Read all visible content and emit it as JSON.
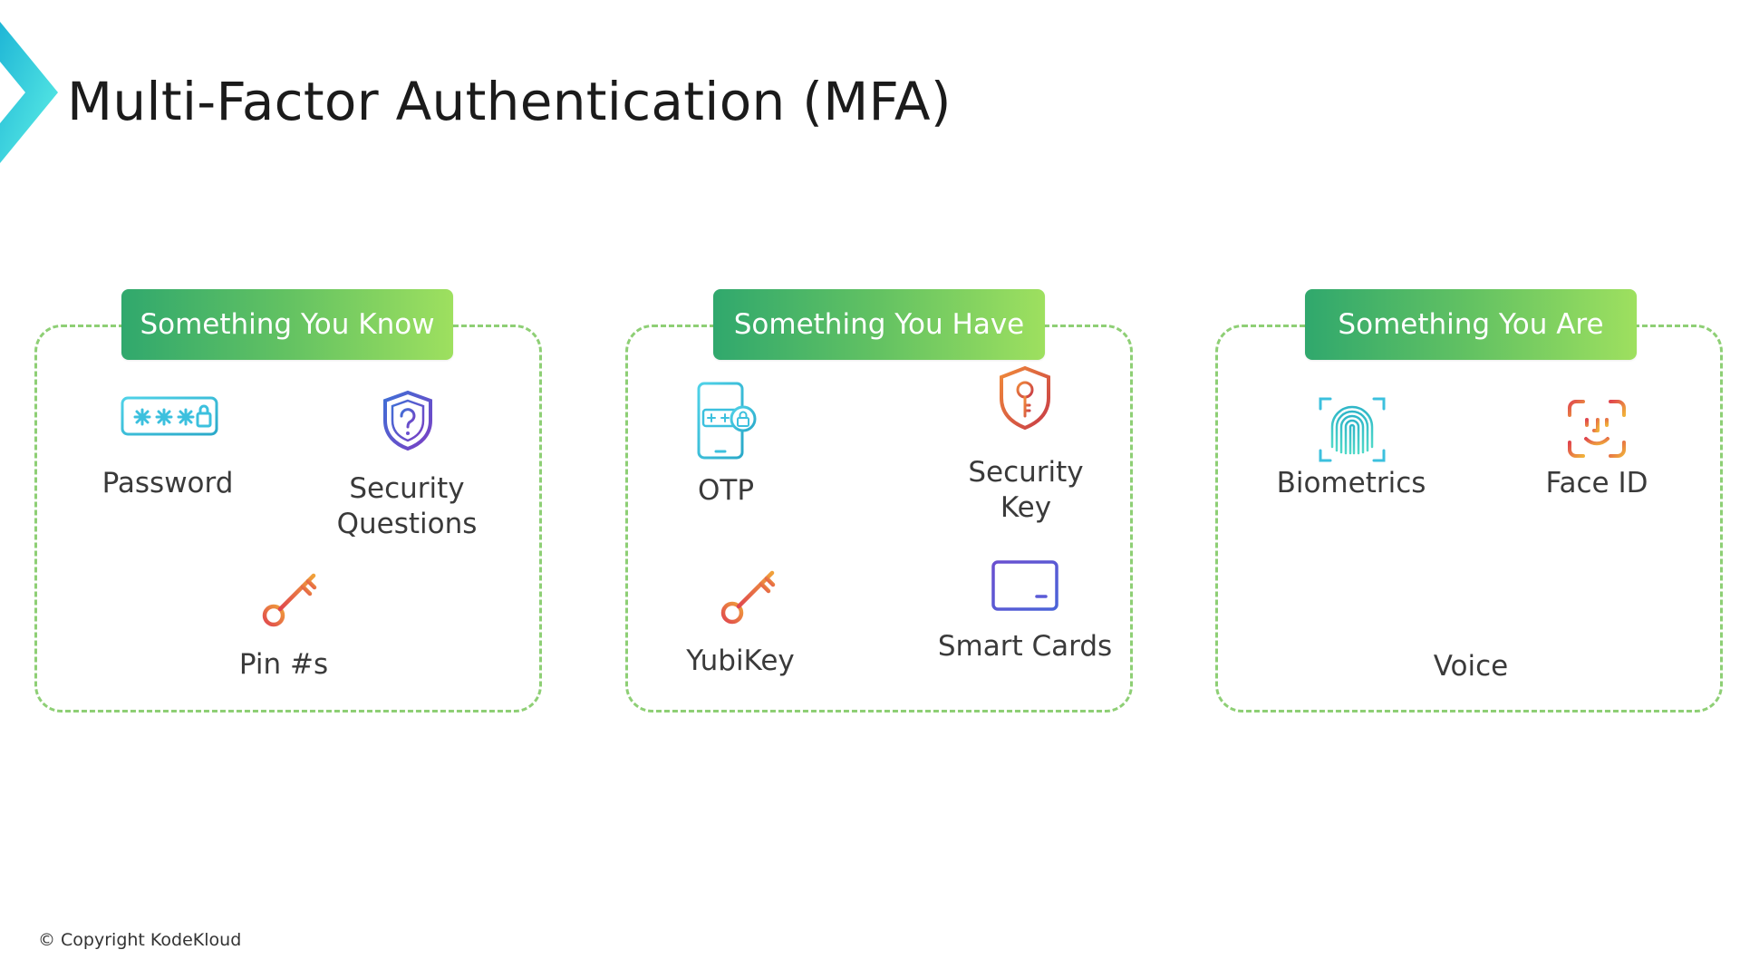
{
  "page": {
    "title": "Multi-Factor Authentication (MFA)",
    "copyright": "© Copyright KodeKloud"
  },
  "colors": {
    "accent_cyan": "#30d5e0",
    "tag_gradient": [
      "#30a86d",
      "#9ee05f"
    ],
    "dashed_border": "#8ecf75"
  },
  "categories": [
    {
      "name": "Something You Know",
      "factors": [
        {
          "label": "Password",
          "icon": "password-field-icon"
        },
        {
          "label": "Security Questions",
          "label_lines": [
            "Security",
            "Questions"
          ],
          "icon": "question-shield-icon"
        },
        {
          "label": "Pin #s",
          "icon": "key-icon"
        }
      ]
    },
    {
      "name": "Something You Have",
      "factors": [
        {
          "label": "OTP",
          "icon": "phone-otp-icon"
        },
        {
          "label": "Security Key",
          "label_lines": [
            "Security",
            "Key"
          ],
          "icon": "key-shield-icon"
        },
        {
          "label": "YubiKey",
          "icon": "key-icon"
        },
        {
          "label": "Smart Cards",
          "icon": "smart-card-icon"
        }
      ]
    },
    {
      "name": "Something You Are",
      "factors": [
        {
          "label": "Biometrics",
          "icon": "fingerprint-icon"
        },
        {
          "label": "Face ID",
          "icon": "face-id-icon"
        },
        {
          "label": "Voice",
          "icon": "voice-waveform-icon"
        }
      ]
    }
  ]
}
